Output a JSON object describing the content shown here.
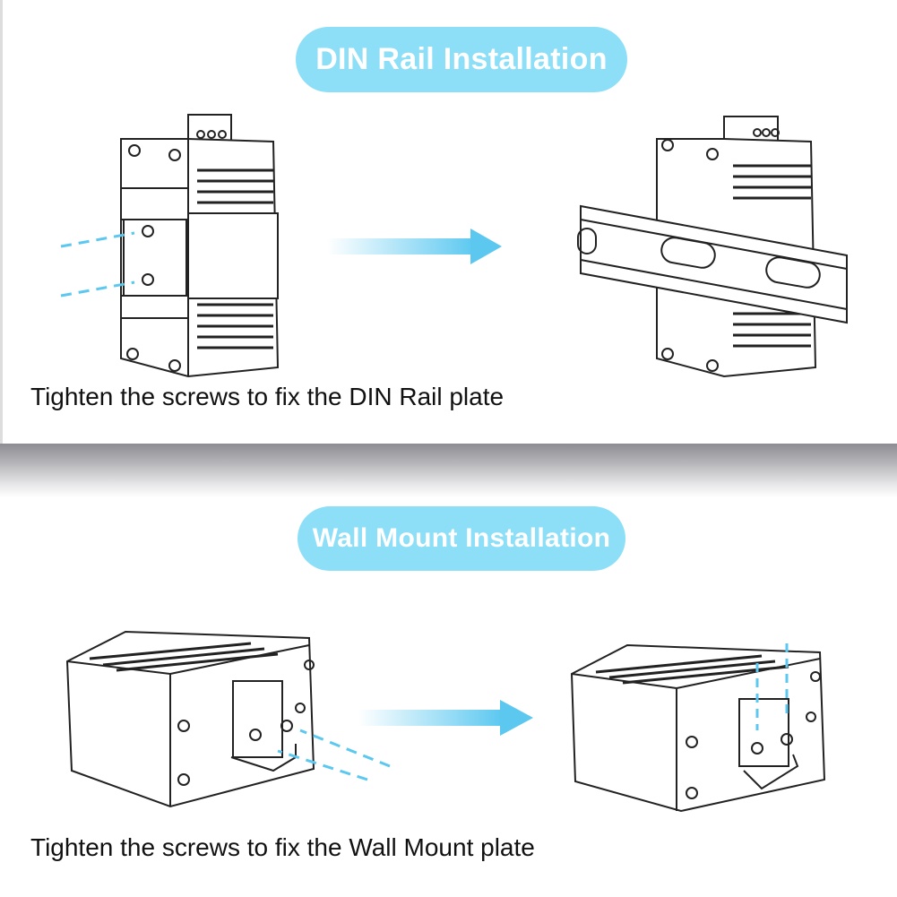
{
  "din_rail_section": {
    "title": "DIN Rail Installation",
    "caption": "Tighten the screws to fix the DIN Rail plate"
  },
  "wall_mount_section": {
    "title": "Wall Mount Installation",
    "caption": "Tighten the screws to fix the Wall Mount plate"
  },
  "colors": {
    "accent": "#8ddff8",
    "arrow": "#5cc8f0",
    "line": "#222222"
  }
}
